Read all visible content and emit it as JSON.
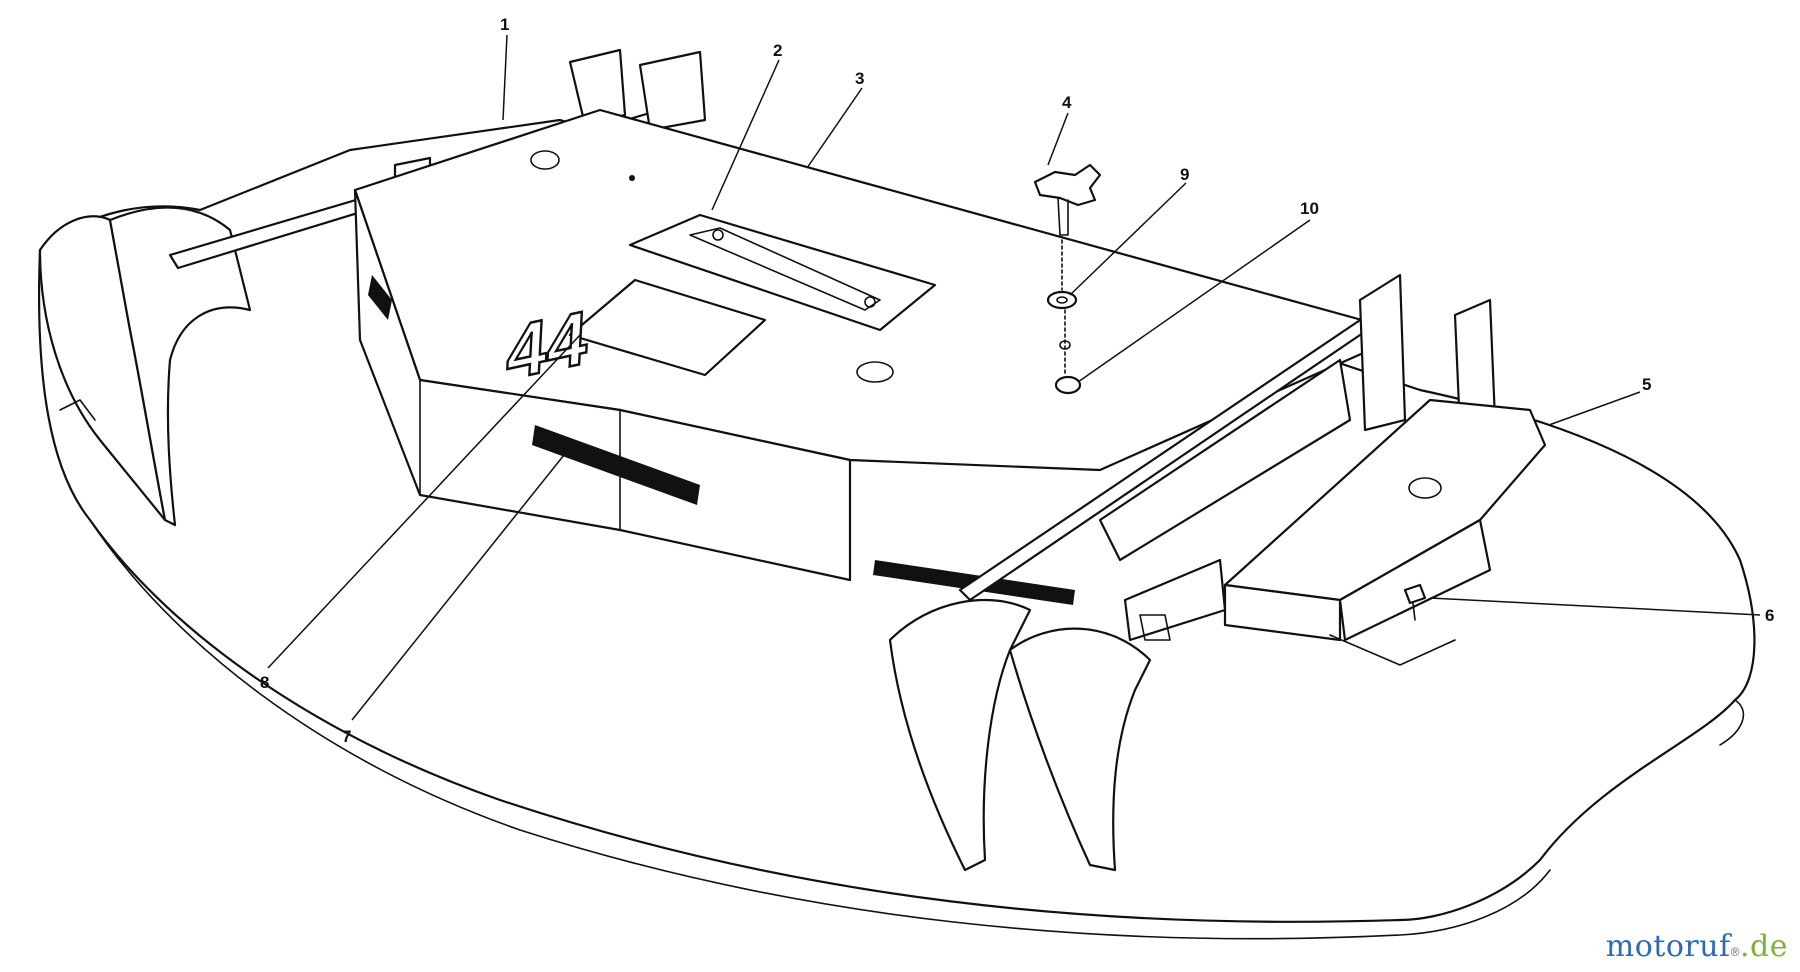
{
  "callouts": [
    {
      "id": "1",
      "label": "1"
    },
    {
      "id": "2",
      "label": "2"
    },
    {
      "id": "3",
      "label": "3"
    },
    {
      "id": "4",
      "label": "4"
    },
    {
      "id": "5",
      "label": "5"
    },
    {
      "id": "6",
      "label": "6"
    },
    {
      "id": "7",
      "label": "7"
    },
    {
      "id": "8",
      "label": "8"
    },
    {
      "id": "9",
      "label": "9"
    },
    {
      "id": "10",
      "label": "10"
    }
  ],
  "decal_text": "44",
  "watermark": {
    "part1": "motoruf",
    "part2": ".de",
    "part3": "®"
  },
  "colors": {
    "line": "#111111",
    "watermark_blue": "#2e6bb5",
    "watermark_green": "#7cb33a"
  }
}
